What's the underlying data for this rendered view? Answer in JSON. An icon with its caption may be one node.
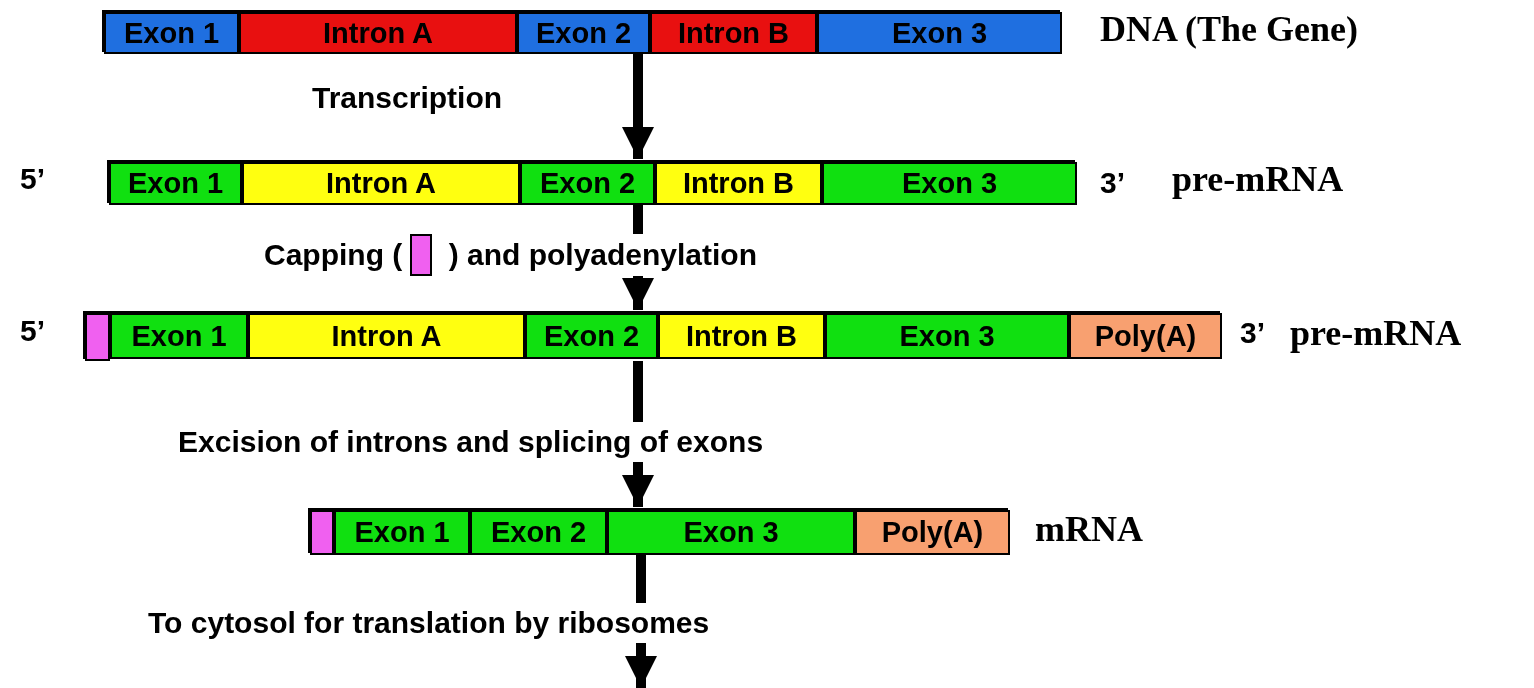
{
  "diagram": {
    "nodes": [
      {
        "text": [],
        "shape": "bar",
        "beside": [
          "DNA (The Gene)"
        ]
      },
      {
        "text": [
          "Exon 1"
        ],
        "in": 0
      },
      {
        "text": [
          "Intron A"
        ],
        "in": 0
      },
      {
        "text": [
          "Exon 2"
        ],
        "in": 0
      },
      {
        "text": [
          "Intron B"
        ],
        "in": 0
      },
      {
        "text": [
          "Exon 3"
        ],
        "in": 0
      },
      {
        "text": [],
        "shape": "bar",
        "beside": [
          "5’",
          "3’",
          "pre-mRNA"
        ]
      },
      {
        "text": [
          "Exon 1"
        ],
        "in": 6
      },
      {
        "text": [
          "Intron A"
        ],
        "in": 6
      },
      {
        "text": [
          "Exon 2"
        ],
        "in": 6
      },
      {
        "text": [
          "Intron B"
        ],
        "in": 6
      },
      {
        "text": [
          "Exon 3"
        ],
        "in": 6
      },
      {
        "text": [],
        "shape": "bar",
        "beside": [
          "5’",
          "3’",
          "pre-mRNA"
        ]
      },
      {
        "text": [],
        "shape": "box",
        "in": 12
      },
      {
        "text": [
          "Exon 1"
        ],
        "in": 12
      },
      {
        "text": [
          "Intron A"
        ],
        "in": 12
      },
      {
        "text": [
          "Exon 2"
        ],
        "in": 12
      },
      {
        "text": [
          "Intron B"
        ],
        "in": 12
      },
      {
        "text": [
          "Exon 3"
        ],
        "in": 12
      },
      {
        "text": [
          "Poly(A)"
        ],
        "in": 12
      },
      {
        "text": [],
        "shape": "bar",
        "beside": [
          "mRNA"
        ]
      },
      {
        "text": [],
        "shape": "box",
        "in": 20
      },
      {
        "text": [
          "Exon 1"
        ],
        "in": 20
      },
      {
        "text": [
          "Exon 2"
        ],
        "in": 20
      },
      {
        "text": [
          "Exon 3"
        ],
        "in": 20
      },
      {
        "text": [
          "Poly(A)"
        ],
        "in": 20
      }
    ],
    "edges": [
      {
        "from": 0,
        "to": 6,
        "arrow": "to",
        "label": "Transcription"
      },
      {
        "from": 6,
        "to": 12,
        "arrow": "to",
        "label": "Capping ( ) and polyadenylation"
      },
      {
        "from": 12,
        "to": 20,
        "arrow": "to",
        "label": "Excision of introns and splicing of exons"
      },
      {
        "from": 20,
        "to": null,
        "arrow": "to",
        "label": "To cytosol for translation by ribosomes"
      }
    ]
  }
}
